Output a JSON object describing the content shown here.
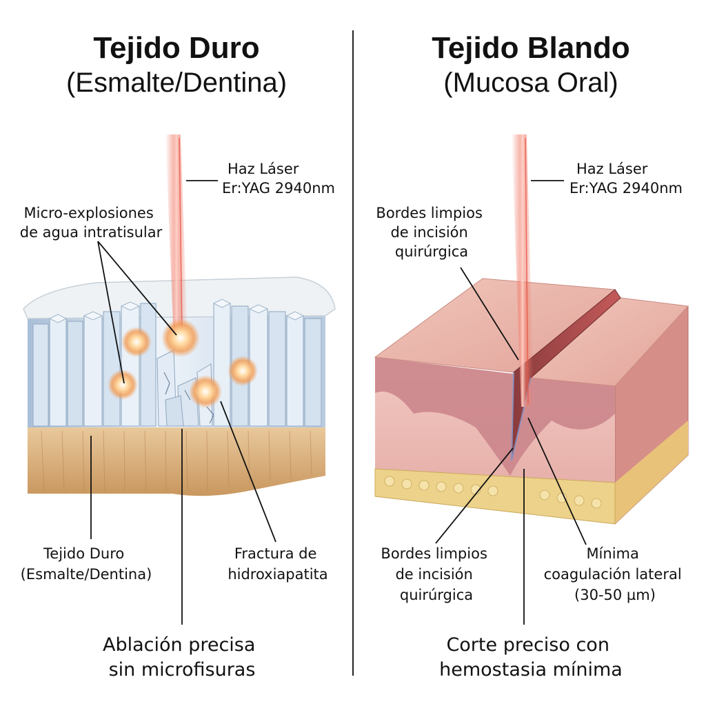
{
  "left": {
    "title": "Tejido Duro",
    "subtitle": "(Esmalte/Dentina)",
    "laser_label": [
      "Haz Láser",
      "Er:YAG 2940nm"
    ],
    "explosions_label": [
      "Micro-explosiones",
      "de agua intratisular"
    ],
    "tissue_label": [
      "Tejido Duro",
      "(Esmalte/Dentina)"
    ],
    "fracture_label": [
      "Fractura de",
      "hidroxiapatita"
    ],
    "caption": [
      "Ablación precisa",
      "sin microfisuras"
    ]
  },
  "right": {
    "title": "Tejido Blando",
    "subtitle": "(Mucosa Oral)",
    "laser_label": [
      "Haz Láser",
      "Er:YAG 2940nm"
    ],
    "edges_top_label": [
      "Bordes limpios",
      "de incisión",
      "quirúrgica"
    ],
    "edges_bottom_label": [
      "Bordes limpios",
      "de incisión",
      "quirúrgica"
    ],
    "coagulation_label": [
      "Mínima",
      "coagulación lateral",
      "(30-50 µm)"
    ],
    "caption": [
      "Corte preciso con",
      "hemostasia mínima"
    ]
  },
  "colors": {
    "laser": "#e8584a",
    "enamel": "#cfdcea",
    "dentin": "#dcb98c",
    "mucosa": "#e6a9a2",
    "fat": "#ecd28a"
  }
}
